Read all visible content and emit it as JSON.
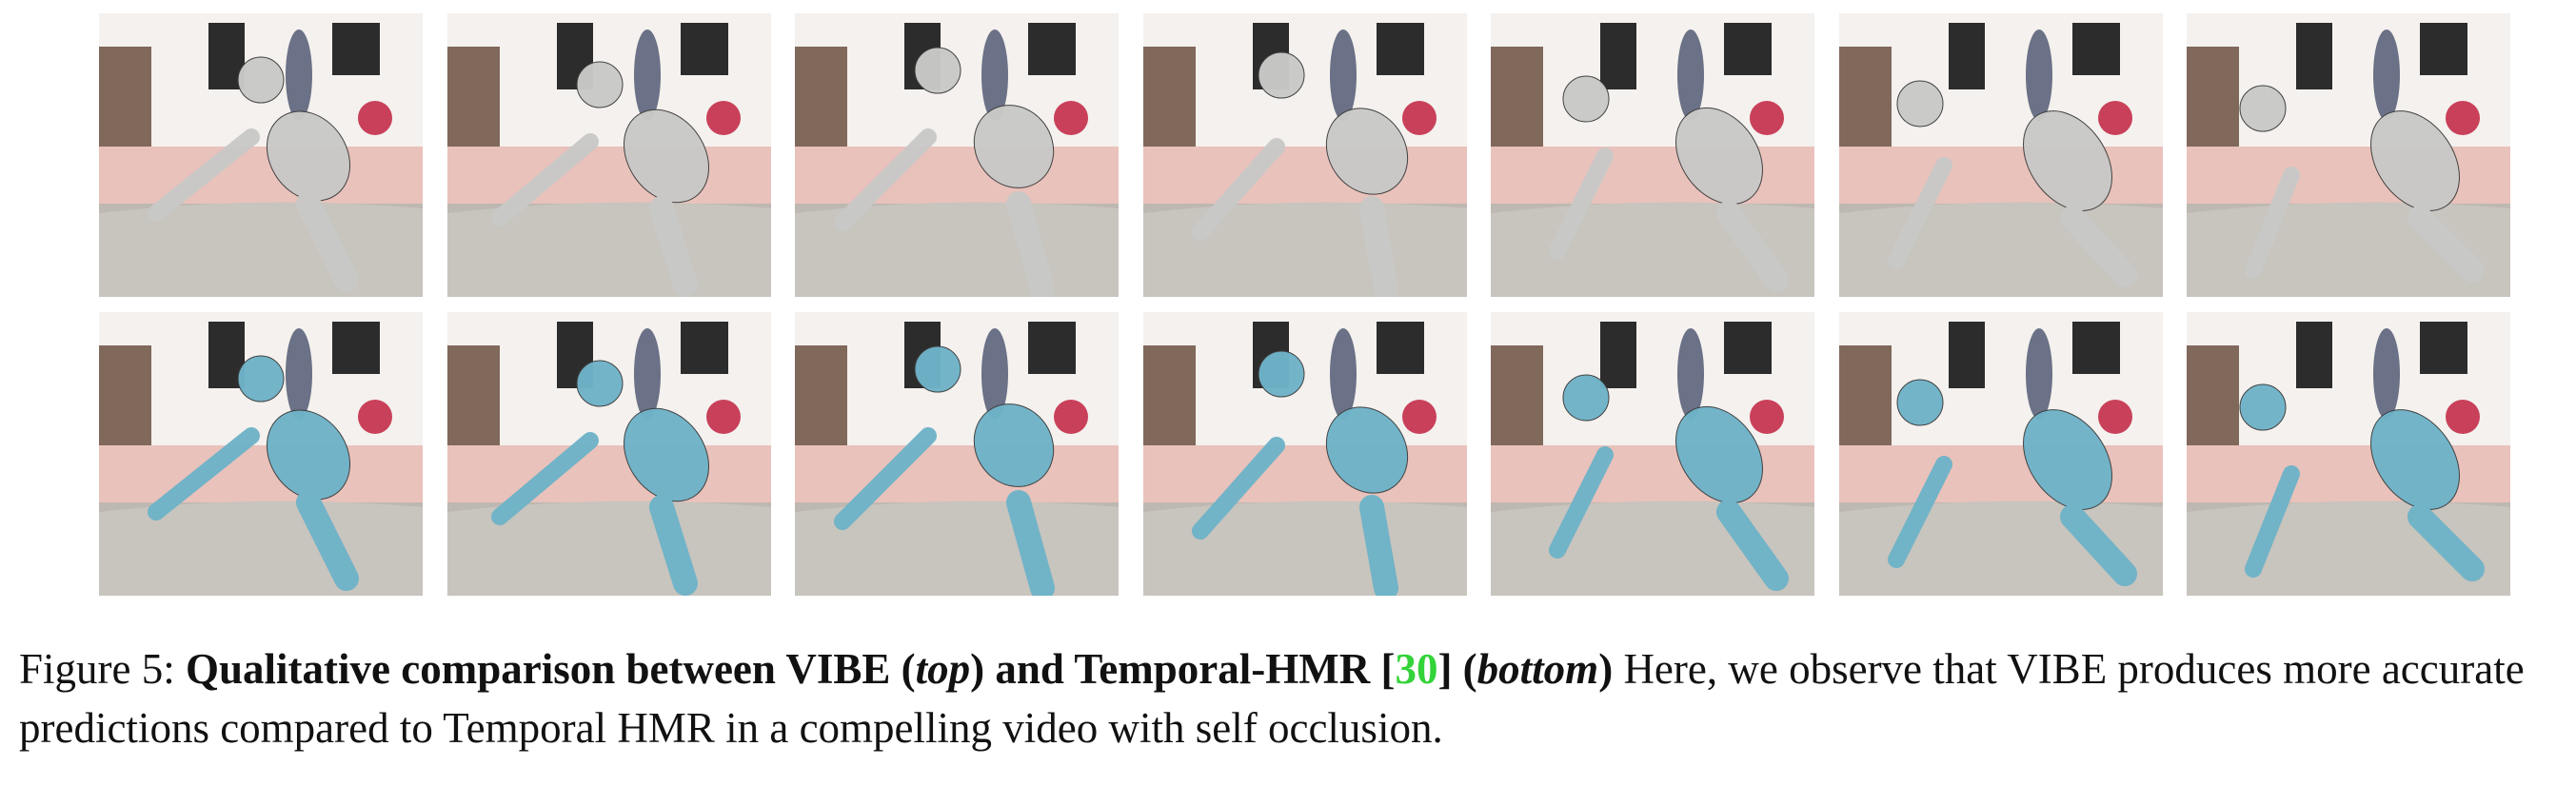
{
  "figure": {
    "panels": {
      "top_row_label": "VIBE",
      "bottom_row_label": "Temporal-HMR",
      "frames_per_row": 7,
      "top_mesh_color": "#c9c9c7",
      "bottom_mesh_color": "#6fb3c8",
      "images": [
        "frame-1",
        "frame-2",
        "frame-3",
        "frame-4",
        "frame-5",
        "frame-6",
        "frame-7"
      ]
    },
    "caption": {
      "prefix": "Figure 5: ",
      "bold_part_1": "Qualitative comparison between VIBE (",
      "italic_top": "top",
      "bold_part_2": ") and Temporal-HMR [",
      "citation": "30",
      "bold_part_3": "] (",
      "italic_bottom": "bottom",
      "bold_part_4": ")",
      "body": " Here, we observe that VIBE produces more accurate predictions compared to Temporal HMR in a compelling video with self occlusion.",
      "citation_color": "#35d33a"
    }
  }
}
